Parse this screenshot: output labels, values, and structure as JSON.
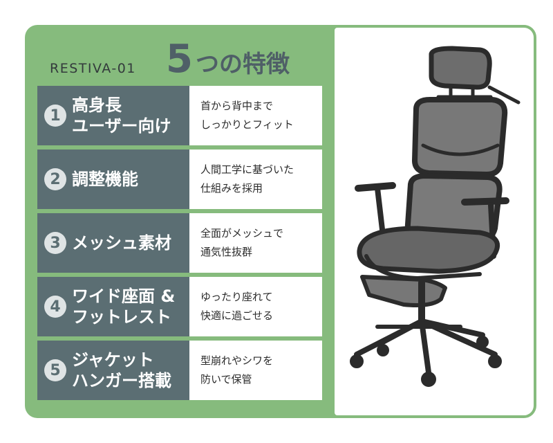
{
  "model": "RESTIVA-01",
  "headline": {
    "number": "5",
    "text": "つの特徴"
  },
  "features": [
    {
      "num": "1",
      "title": "高身長\nユーザー向け",
      "desc": "首から背中まで\nしっかりとフィット"
    },
    {
      "num": "2",
      "title": "調整機能",
      "desc": "人間工学に基づいた\n仕組みを採用"
    },
    {
      "num": "3",
      "title": "メッシュ素材",
      "desc": "全面がメッシュで\n通気性抜群"
    },
    {
      "num": "4",
      "title": "ワイド座面 &\nフットレスト",
      "desc": "ゆったり座れて\n快適に過ごせる"
    },
    {
      "num": "5",
      "title": "ジャケット\nハンガー搭載",
      "desc": "型崩れやシワを\n防いで保管"
    }
  ],
  "colors": {
    "green": "#86bb7d",
    "slate": "#5b6e73",
    "accent": "#4f5f67"
  },
  "icons": [
    "office-chair-illustration"
  ]
}
